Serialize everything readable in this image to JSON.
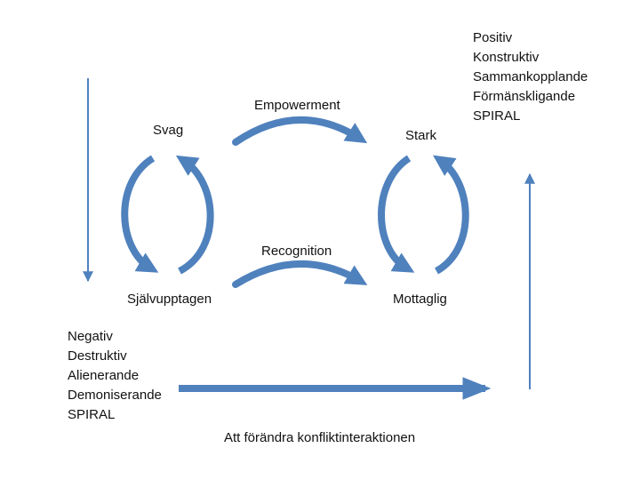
{
  "colors": {
    "arrow": "#4f81bd",
    "arrow_dark": "#2e5c9a",
    "text": "#111111"
  },
  "labels": {
    "empowerment": "Empowerment",
    "recognition": "Recognition",
    "svag": "Svag",
    "stark": "Stark",
    "sjalvupptagen": "Självupptagen",
    "mottaglig": "Mottaglig",
    "caption": "Att förändra konfliktinteraktionen"
  },
  "positive_list": [
    "Positiv",
    "Konstruktiv",
    "Sammankopplande",
    "Förmänskligande",
    "SPIRAL"
  ],
  "negative_list": [
    "Negativ",
    "Destruktiv",
    "Alienerande",
    "Demoniserande",
    "SPIRAL"
  ]
}
